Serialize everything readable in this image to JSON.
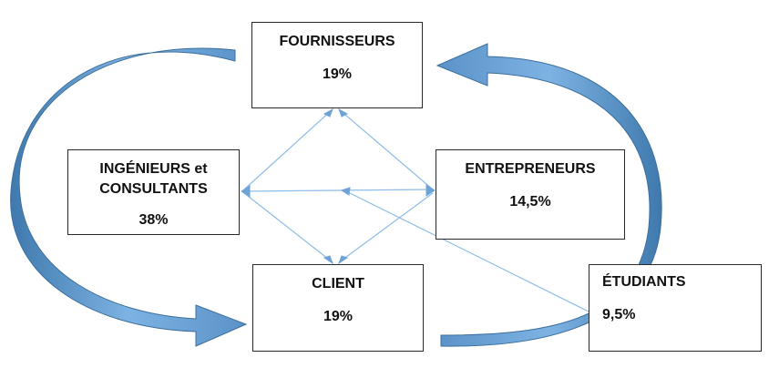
{
  "nodes": {
    "fournisseurs": {
      "label": "FOURNISSEURS",
      "percent": "19%"
    },
    "ingenieurs": {
      "label": "INGÉNIEURS et CONSULTANTS",
      "percent": "38%"
    },
    "entrepreneurs": {
      "label": "ENTREPRENEURS",
      "percent": "14,5%"
    },
    "client": {
      "label": "CLIENT",
      "percent": "19%"
    },
    "etudiants": {
      "label": "ÉTUDIANTS",
      "percent": "9,5%"
    }
  },
  "colors": {
    "curved_arrow_fill": "#6fa8dc",
    "curved_arrow_stroke": "#3d6f9e",
    "connector_line": "#8fbce8",
    "connector_head": "#6fa3d6",
    "box_border": "#2a2a2a"
  }
}
